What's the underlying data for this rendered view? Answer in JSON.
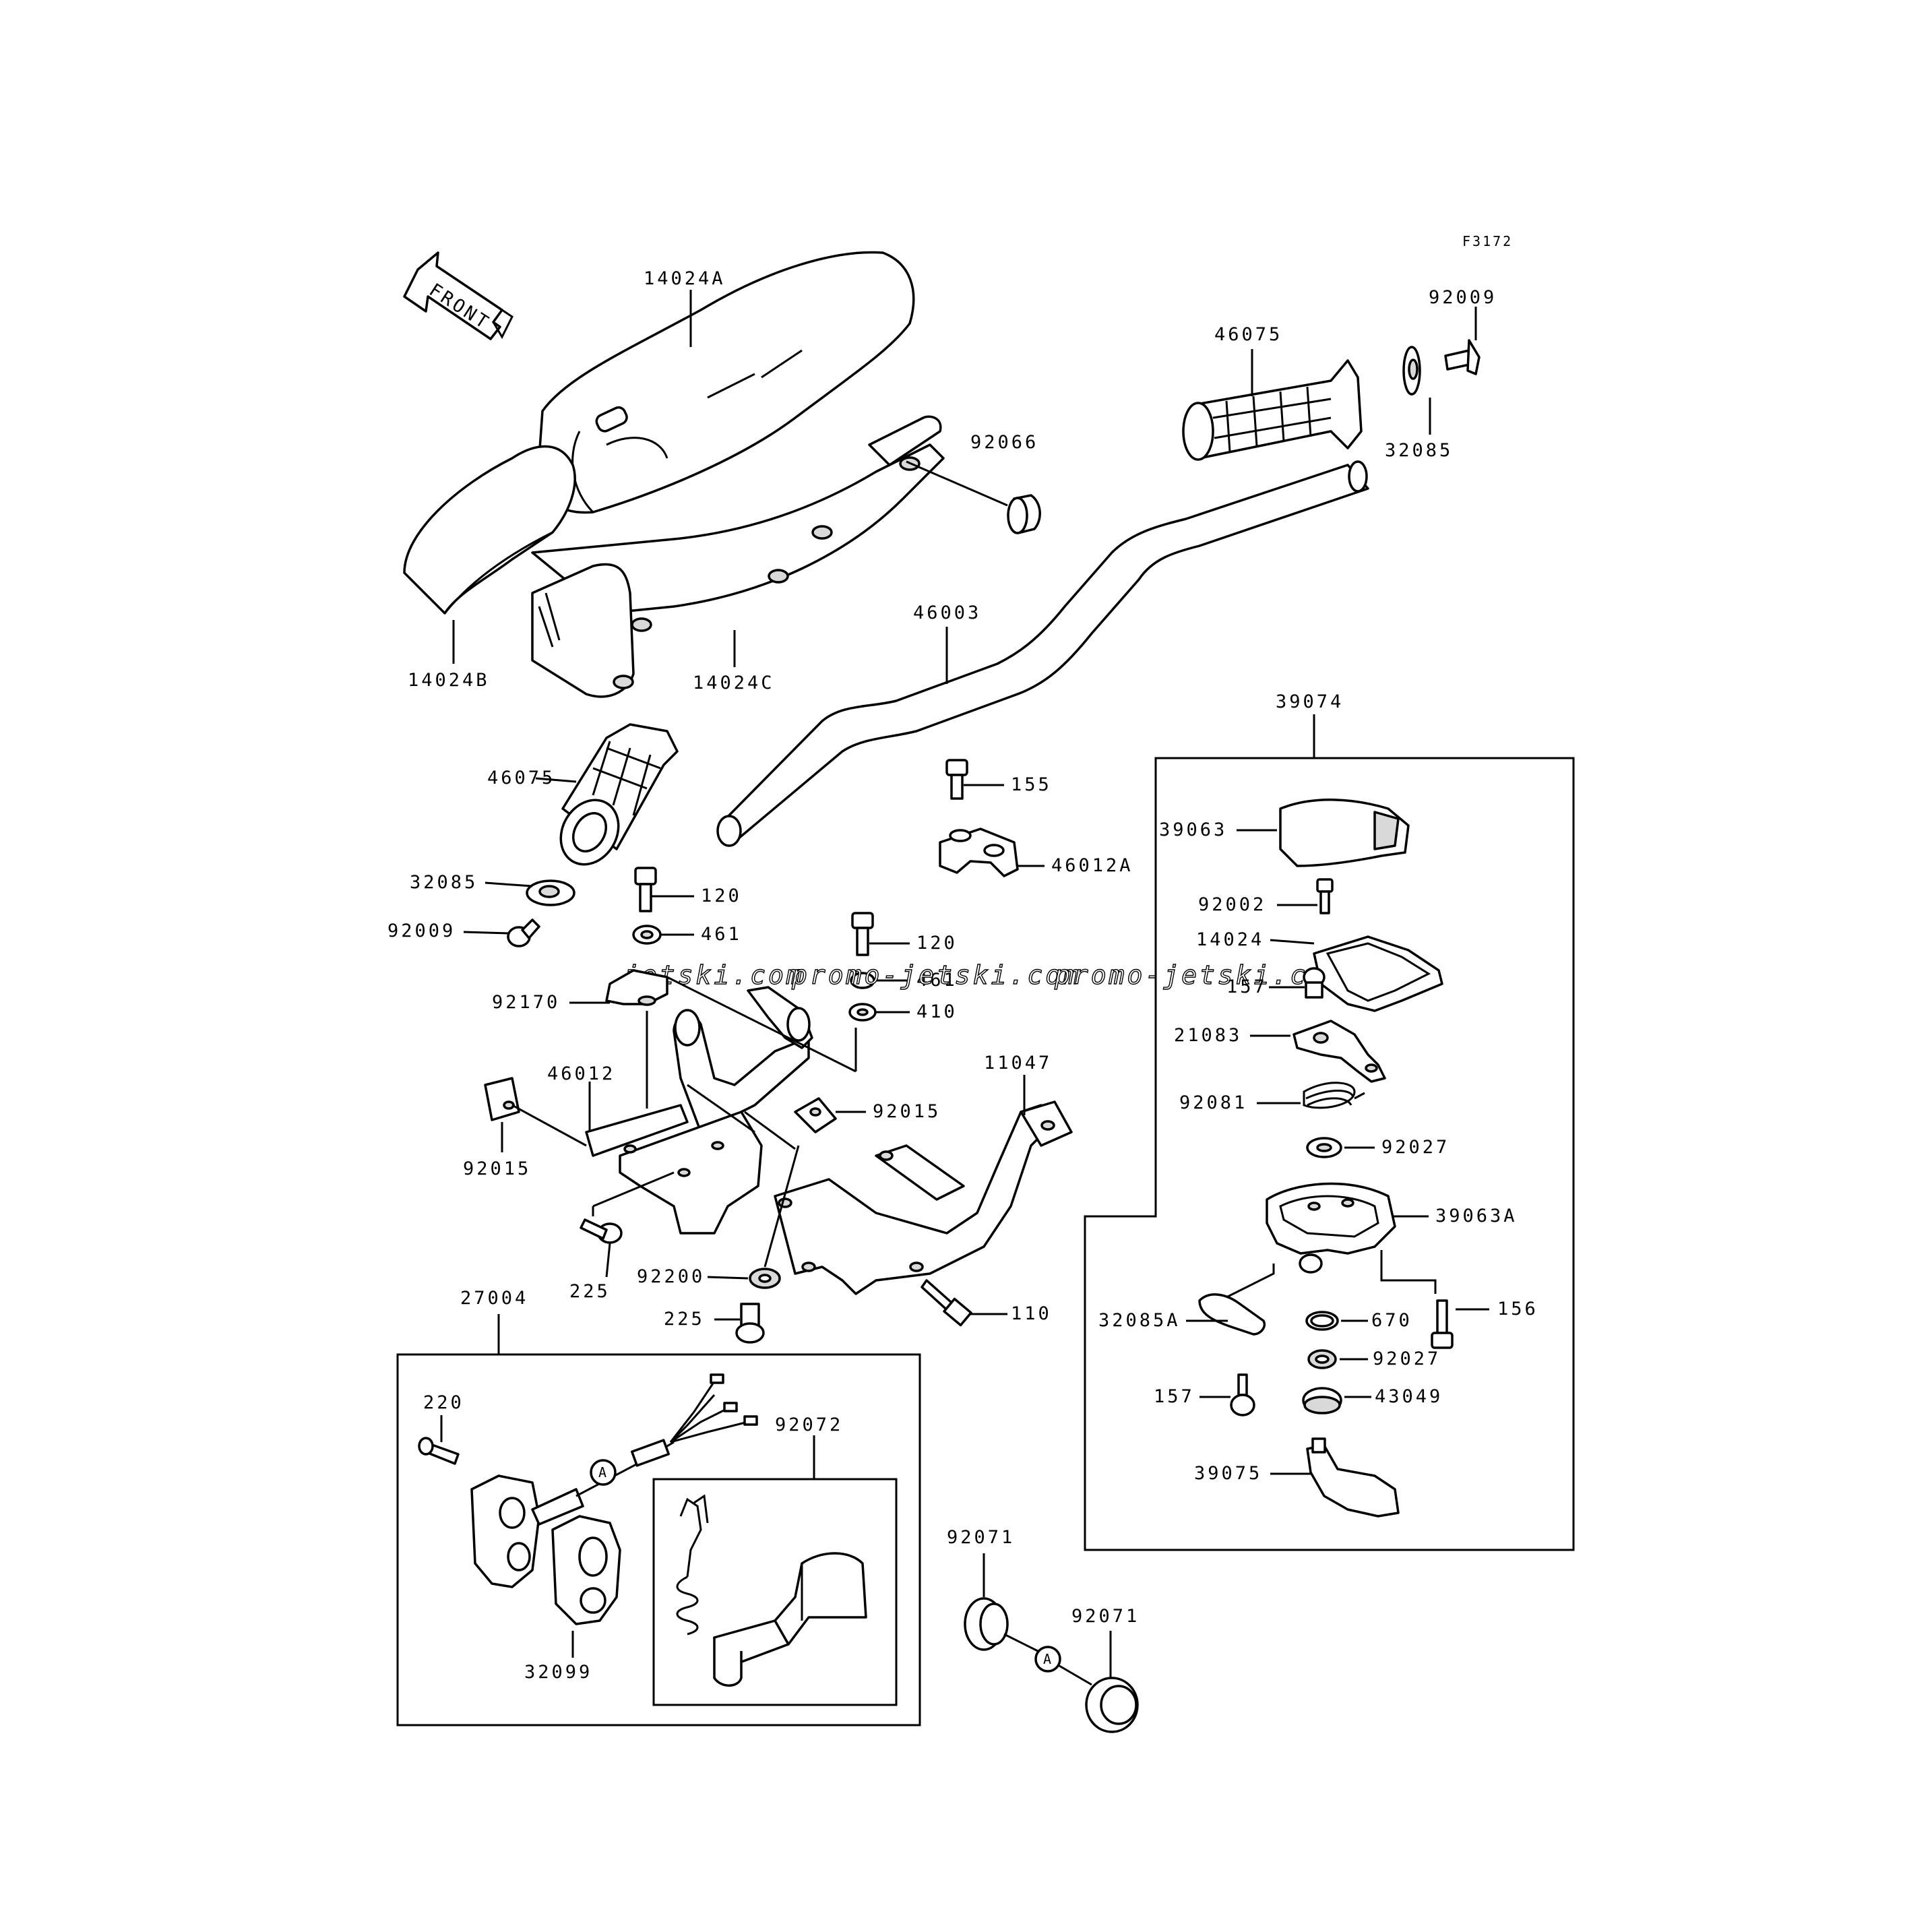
{
  "figure": {
    "ref_code": "F3172",
    "front_label": "FRONT",
    "watermark": [
      "jetski.com",
      "promo-jetski.com",
      "promo-jetski.com"
    ],
    "callout_marker": "A"
  },
  "labels": {
    "p14024A": "14024A",
    "p14024B": "14024B",
    "p14024C": "14024C",
    "p92066": "92066",
    "p46075_top": "46075",
    "p92009_top": "92009",
    "p32085_top": "32085",
    "p46003": "46003",
    "p46075_left": "46075",
    "p32085_left": "32085",
    "p92009_left": "92009",
    "p155": "155",
    "p46012A": "46012A",
    "p120_a": "120",
    "p461_a": "461",
    "p120_b": "120",
    "p461_b": "461",
    "p410": "410",
    "p92170": "92170",
    "p46012": "46012",
    "p92015_a": "92015",
    "p92015_b": "92015",
    "p11047": "11047",
    "p225_a": "225",
    "p92200": "92200",
    "p225_b": "225",
    "p110": "110",
    "p27004": "27004",
    "p220": "220",
    "p92072": "92072",
    "p32099": "32099",
    "p92071_a": "92071",
    "p92071_b": "92071",
    "p39074": "39074",
    "p39063": "39063",
    "p92002": "92002",
    "p14024": "14024",
    "p157_a": "157",
    "p21083": "21083",
    "p92081": "92081",
    "p92027_a": "92027",
    "p39063A": "39063A",
    "p32085A": "32085A",
    "p670": "670",
    "p156": "156",
    "p92027_b": "92027",
    "p157_b": "157",
    "p43049": "43049",
    "p39075": "39075"
  }
}
